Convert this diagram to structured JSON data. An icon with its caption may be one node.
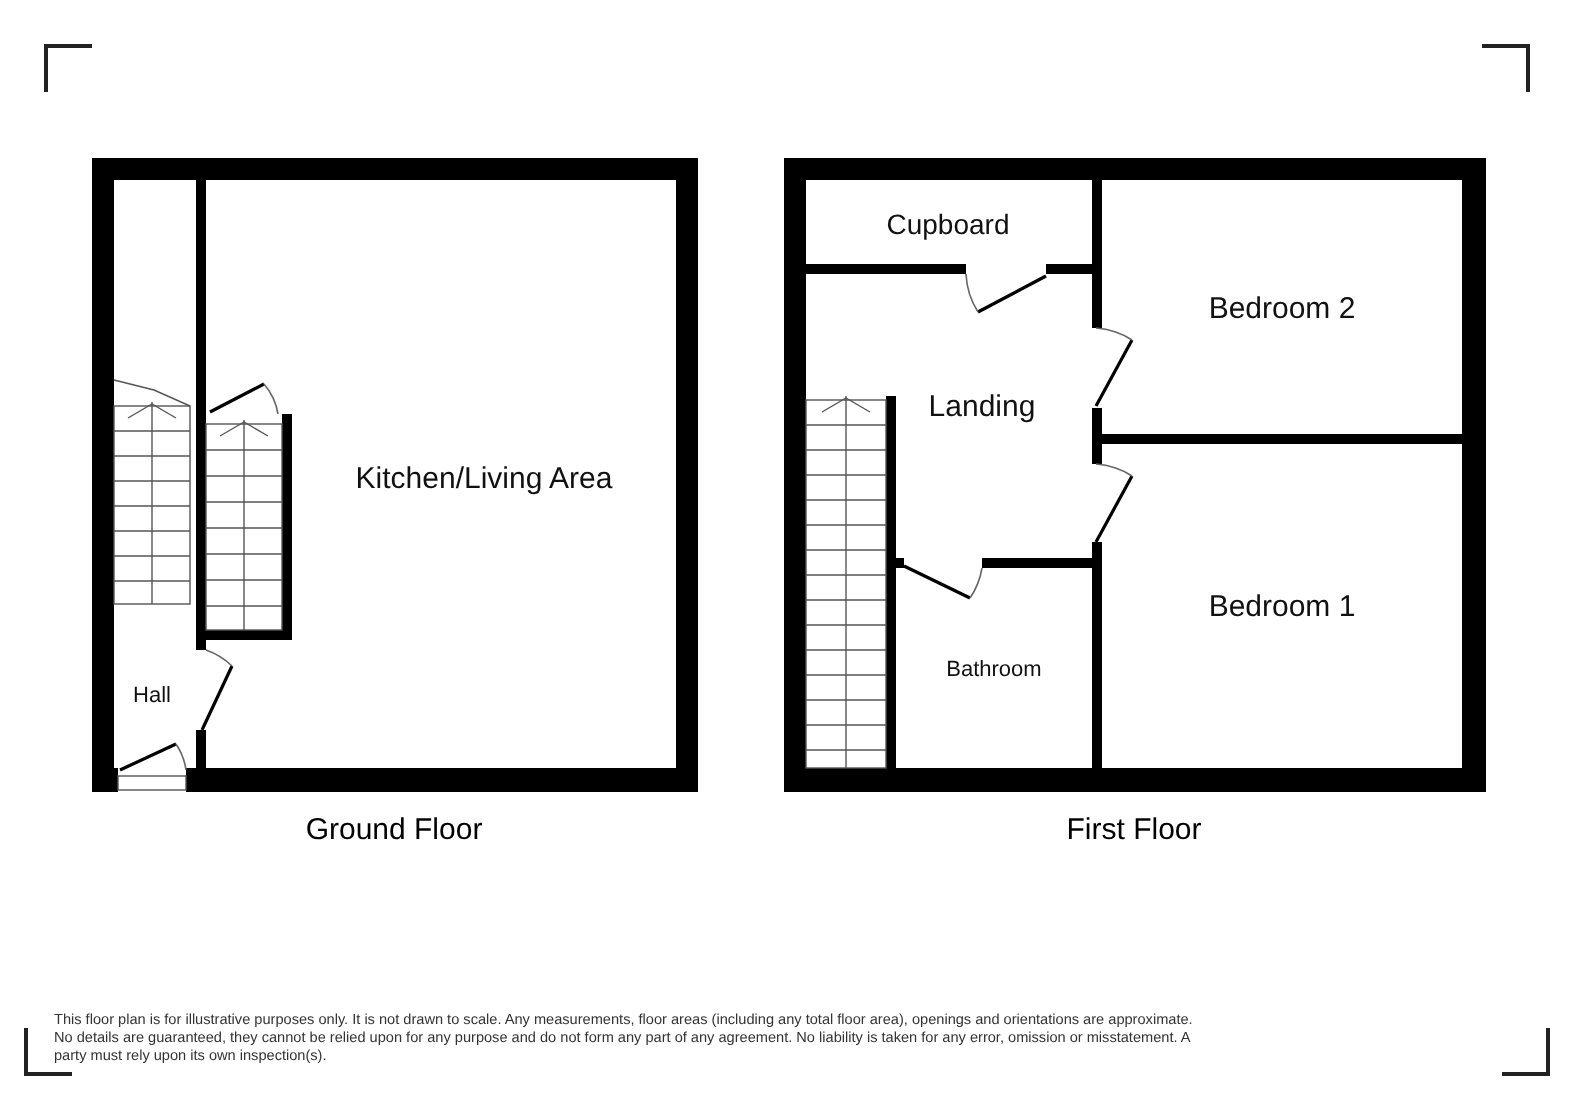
{
  "diagram": {
    "nodes": [
      {
        "text": [
          "Ground Floor"
        ]
      },
      {
        "text": [
          "Kitchen/Living Area"
        ],
        "in": 0
      },
      {
        "text": [
          "Hall"
        ],
        "in": 0
      },
      {
        "text": [
          "First Floor"
        ]
      },
      {
        "text": [
          "Cupboard"
        ],
        "in": 3
      },
      {
        "text": [
          "Bedroom 2"
        ],
        "in": 3
      },
      {
        "text": [
          "Landing"
        ],
        "in": 3
      },
      {
        "text": [
          "Bathroom"
        ],
        "in": 3
      },
      {
        "text": [
          "Bedroom 1"
        ],
        "in": 3
      }
    ],
    "labels": [
      "This floor plan is for illustrative purposes only. It is not drawn to scale. Any measurements, floor areas (including any total floor area), openings and orientations are approximate. No details are guaranteed, they cannot be relied upon for any purpose and do not form any part of any agreement. No liability is taken for any error, omission or misstatement. A party must rely upon its own inspection(s)."
    ]
  }
}
